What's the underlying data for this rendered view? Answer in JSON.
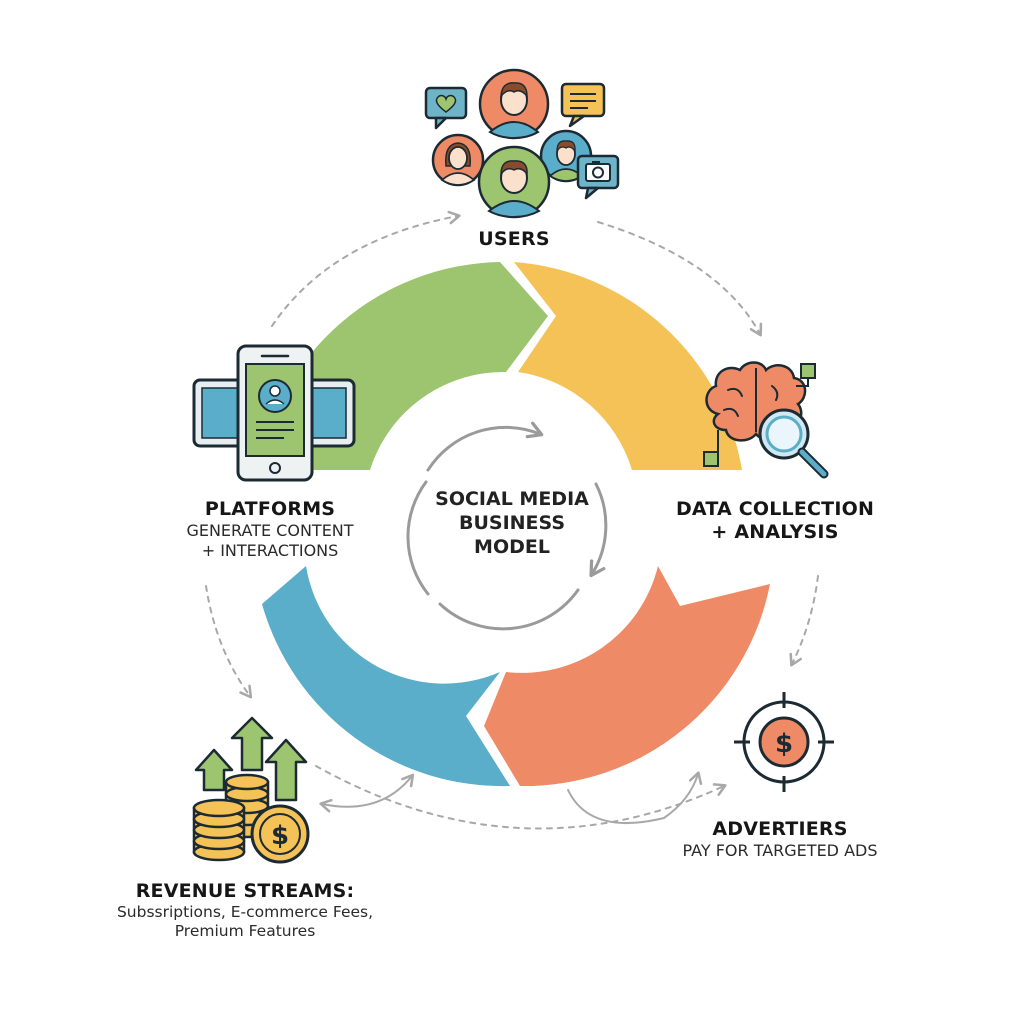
{
  "center": {
    "lines": [
      "SOCIAL MEDIA",
      "BUSINESS",
      "MODEL"
    ]
  },
  "nodes": {
    "users": {
      "title": "USERS"
    },
    "platforms": {
      "title": "PLATFORMS",
      "sub1": "GENERATE CONTENT",
      "sub2": "+ INTERACTIONS"
    },
    "data": {
      "title1": "DATA COLLECTION",
      "title2": "+ ANALYSIS"
    },
    "advertisers": {
      "title": "ADVERTIERS",
      "sub": "PAY FOR TARGETED ADS"
    },
    "revenue": {
      "title": "REVENUE STREAMS:",
      "sub1": "Subssriptions, E-commerce Fees,",
      "sub2": "Premium Features"
    }
  },
  "colors": {
    "green": "#9dc46f",
    "yellow": "#f5c258",
    "orange": "#ee8b66",
    "blue": "#5aaec9",
    "arrow_gray": "#a8a8a8"
  },
  "icons": {
    "users": "user-avatars-with-chat-icons",
    "platforms": "mobile-and-tablet-devices-icon",
    "data": "brain-with-magnifier-icon",
    "advertisers": "target-dollar-icon",
    "revenue": "coin-stacks-with-up-arrows-icon"
  }
}
